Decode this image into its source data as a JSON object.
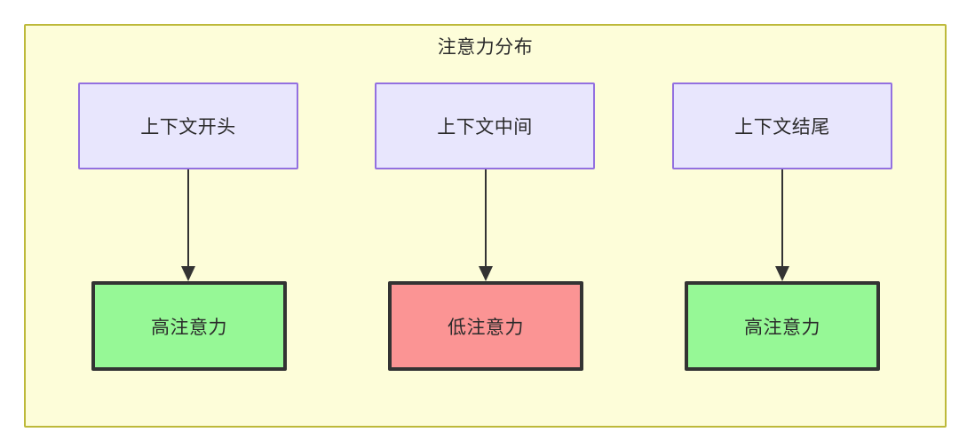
{
  "diagram": {
    "title": "注意力分布",
    "colors": {
      "container_fill": "#fdfdd9",
      "container_border": "#bdb93a",
      "context_fill": "#e8e6fd",
      "context_border": "#9370e0",
      "high_attention_fill": "#96f896",
      "low_attention_fill": "#fb9494",
      "node_border": "#333333",
      "arrow": "#333333",
      "text": "#2b2b2b"
    },
    "context_nodes": [
      {
        "label": "上下文开头"
      },
      {
        "label": "上下文中间"
      },
      {
        "label": "上下文结尾"
      }
    ],
    "attention_nodes": [
      {
        "label": "高注意力",
        "level": "high"
      },
      {
        "label": "低注意力",
        "level": "low"
      },
      {
        "label": "高注意力",
        "level": "high"
      }
    ],
    "edges": [
      {
        "from": "上下文开头",
        "to": "高注意力",
        "style": "arrow"
      },
      {
        "from": "上下文中间",
        "to": "低注意力",
        "style": "arrow"
      },
      {
        "from": "上下文结尾",
        "to": "高注意力",
        "style": "arrow"
      }
    ]
  }
}
